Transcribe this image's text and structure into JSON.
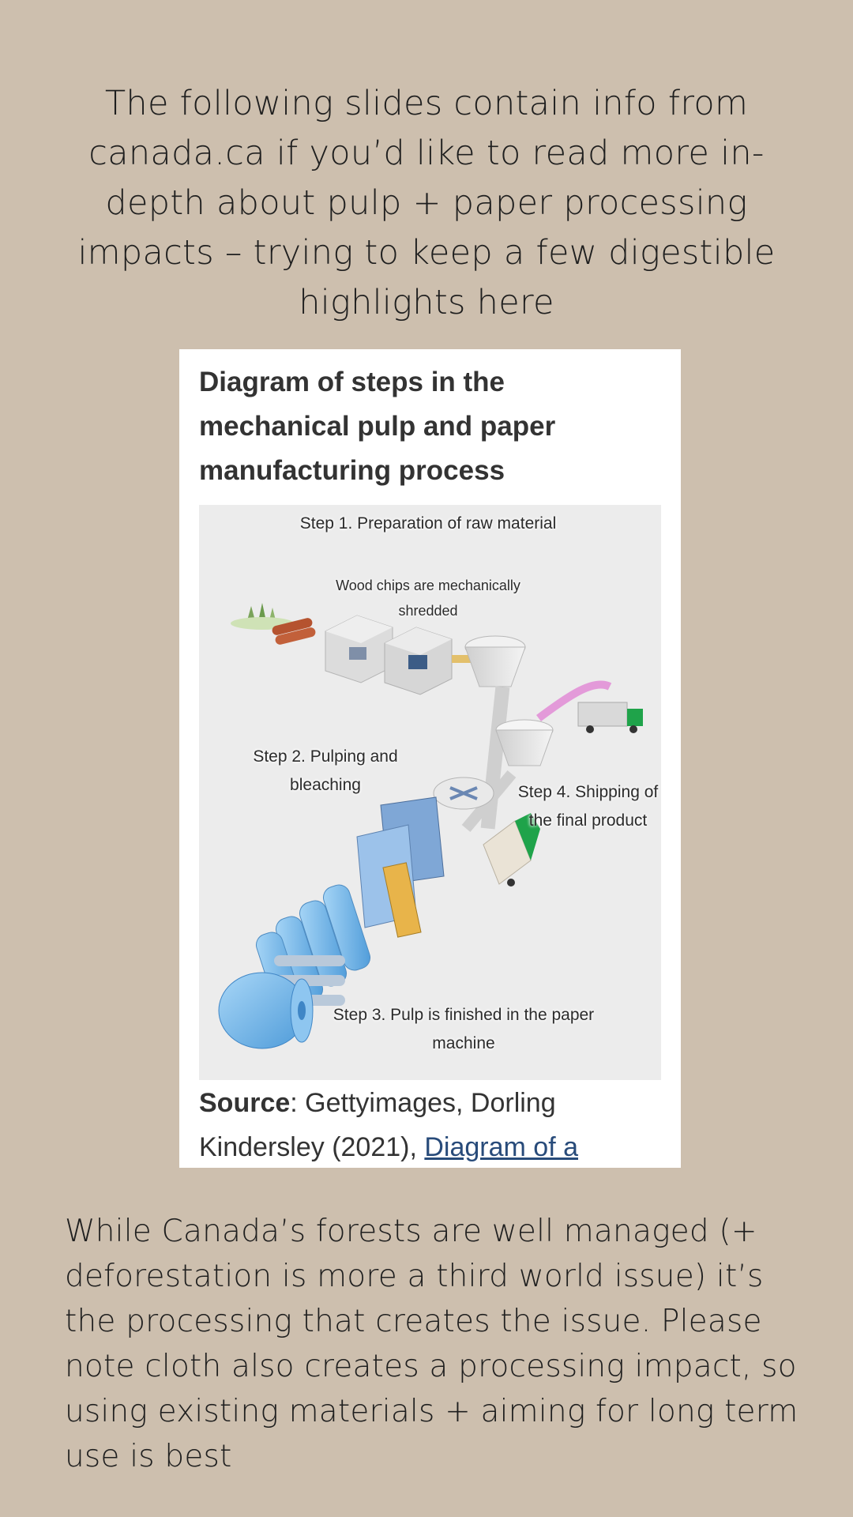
{
  "intro_text": "The following slides contain info from canada.ca if you’d like to read more in-depth about pulp + paper processing impacts – trying to keep a few digestible highlights here",
  "card": {
    "title": "Diagram of steps in the mechanical pulp and paper manufacturing process",
    "figure": {
      "step1_title": "Step 1. Preparation of raw material",
      "step1_sub": "Wood chips are mechanically shredded",
      "step2": "Step 2. Pulping and bleaching",
      "step3": "Step 3. Pulp is finished in the paper machine",
      "step4": "Step 4. Shipping of the final product"
    },
    "source_label": "Source",
    "source_text": ": Gettyimages, Dorling Kindersley (2021), ",
    "source_link": "Diagram of a"
  },
  "outro_text": "While Canada’s forests are well managed (+ deforestation is more a third world issue) it’s the processing that creates the issue. Please note cloth also creates a processing impact, so using existing materials + aiming for long term use is best",
  "colors": {
    "background": "#cdbfae",
    "link": "#284b7a",
    "paper_blue": "#6fb3e8",
    "truck_green": "#1fa34a"
  }
}
